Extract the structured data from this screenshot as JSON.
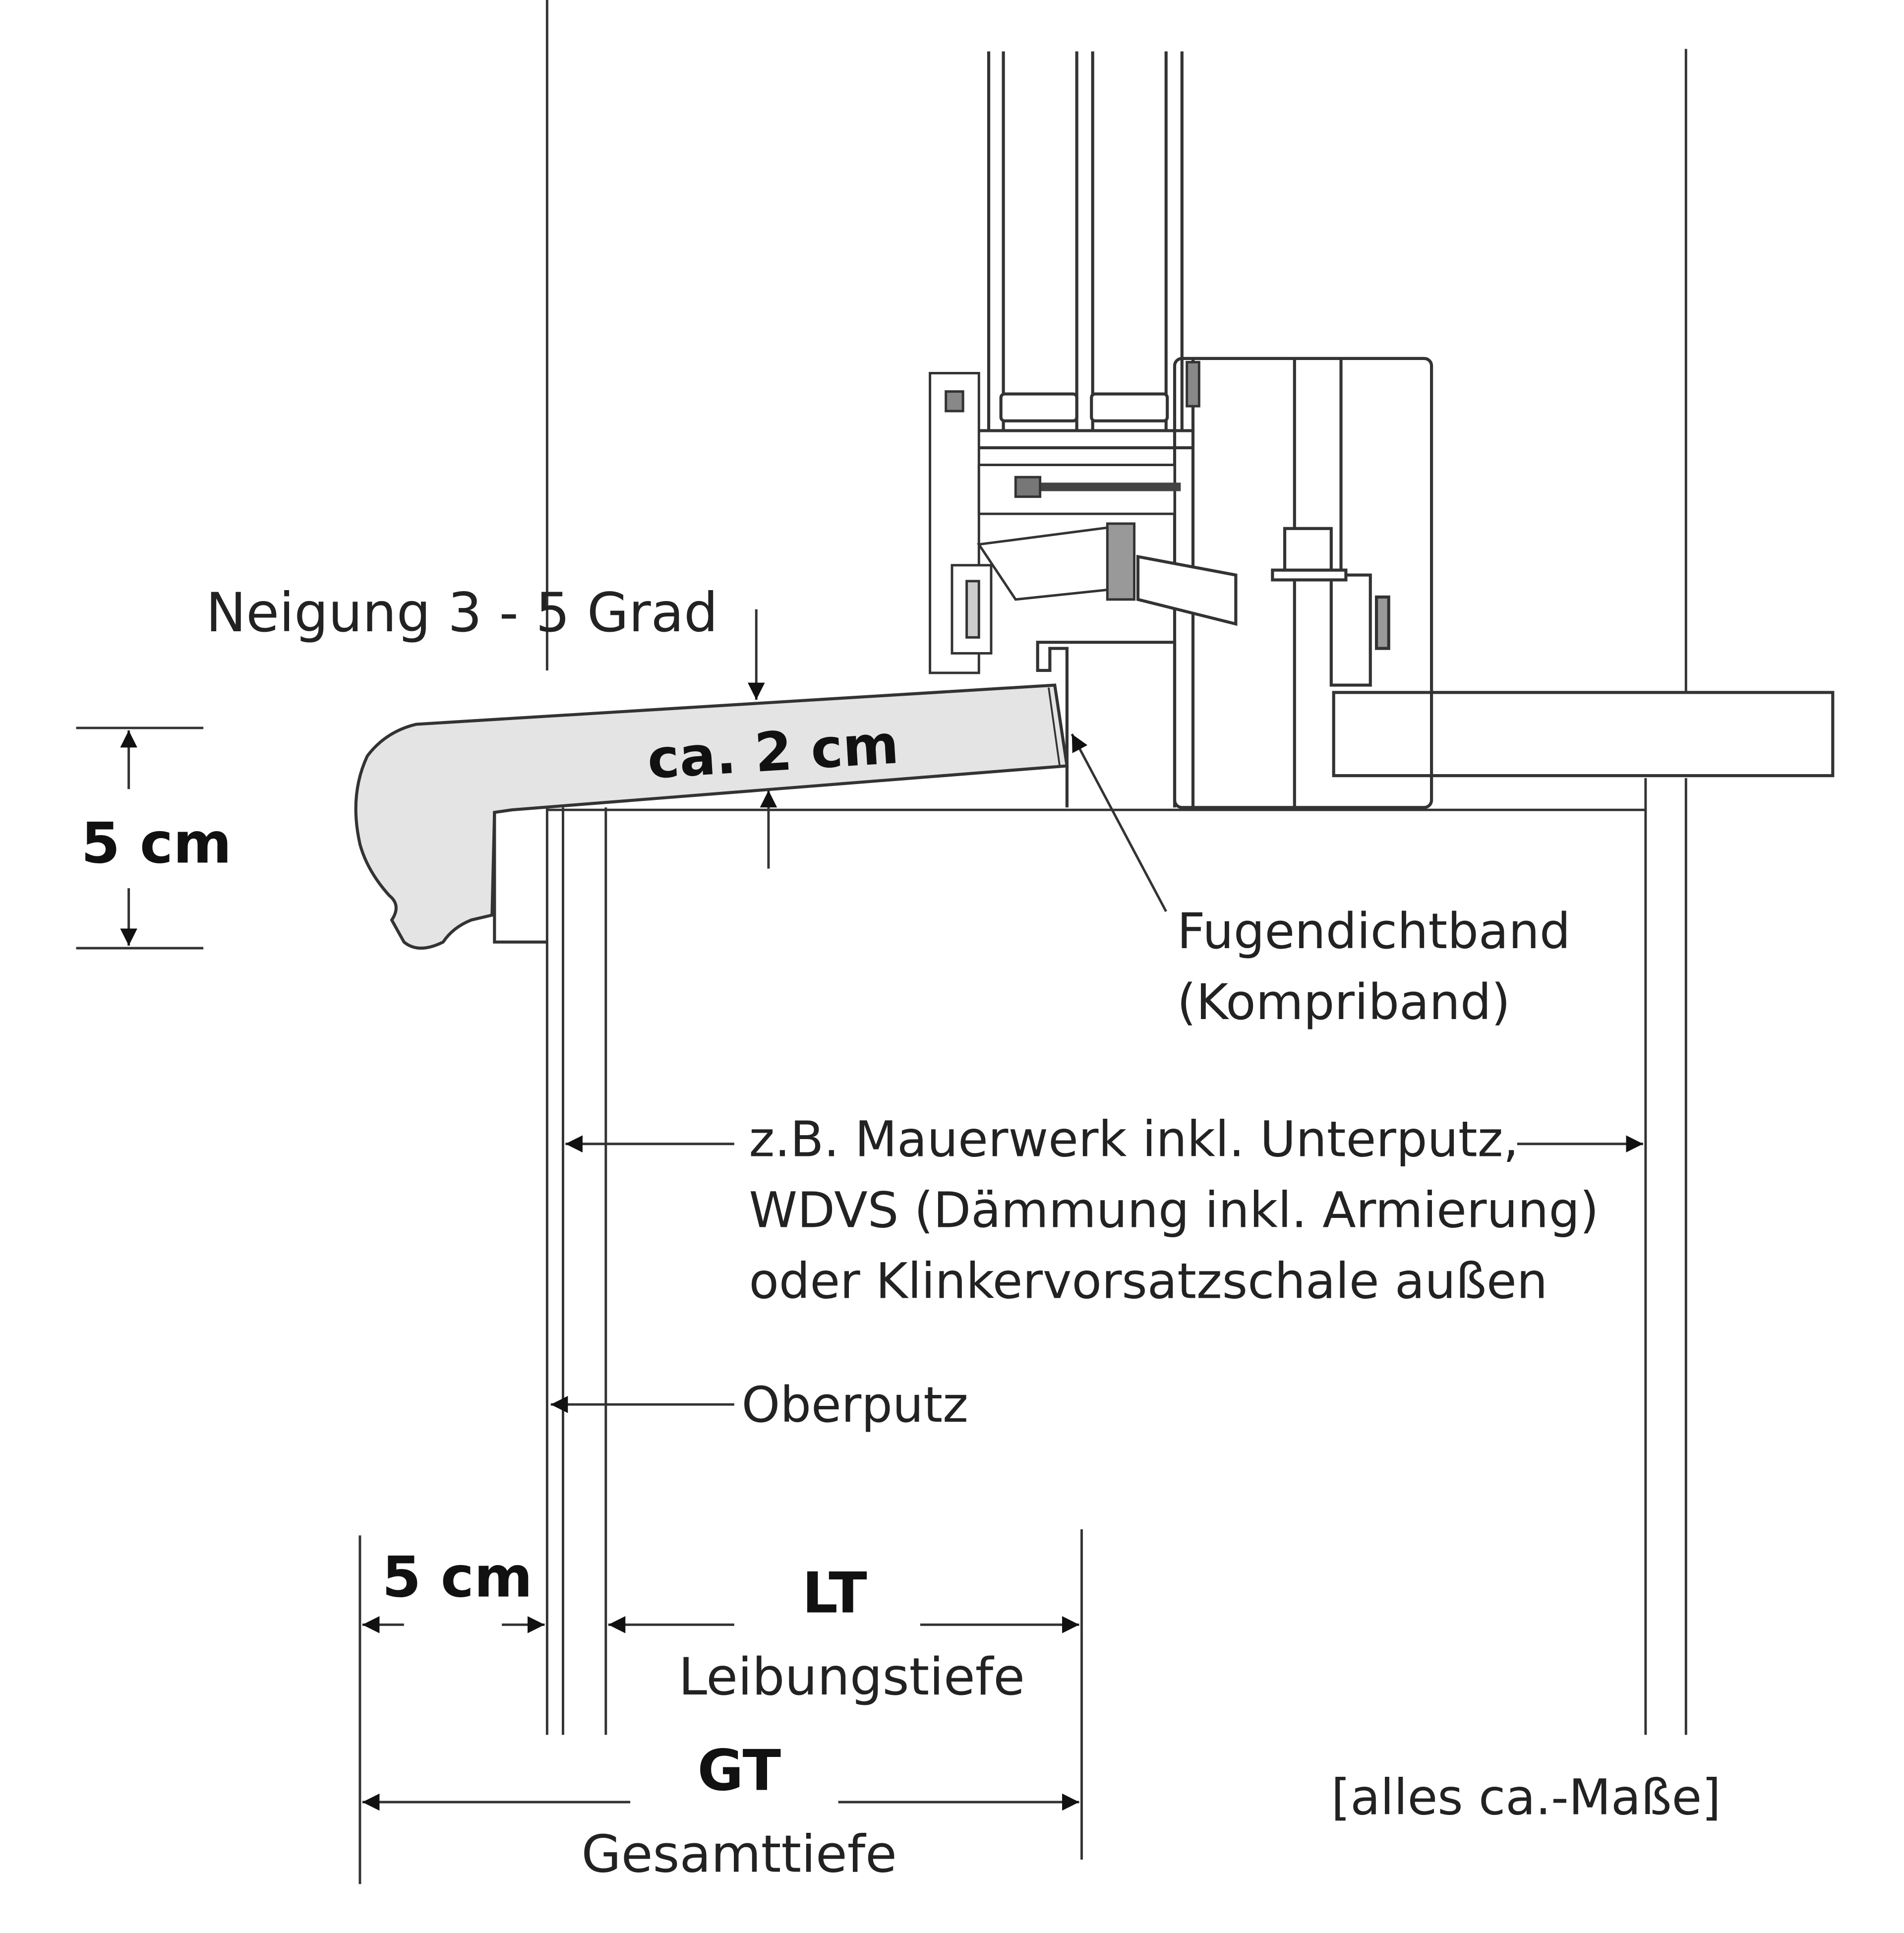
{
  "labels": {
    "slope": "Neigung 3 - 5 Grad",
    "thickness": "ca. 2 cm",
    "sill_height": "5 cm",
    "joint_tape_1": "Fugendichtband",
    "joint_tape_2": "(Kompriband)",
    "wall_1": "z.B. Mauerwerk inkl. Unterputz,",
    "wall_2": "WDVS (Dämmung inkl. Armierung)",
    "wall_3": "oder Klinkervorsatzschale außen",
    "top_plaster": "Oberputz",
    "overhang": "5 cm",
    "lt_abbr": "LT",
    "lt_full": "Leibungstiefe",
    "gt_abbr": "GT",
    "gt_full": "Gesamttiefe",
    "note": "[alles ca.-Maße]"
  },
  "colors": {
    "line": "#333333",
    "sill_fill": "#e4e4e4",
    "background": "#ffffff"
  }
}
